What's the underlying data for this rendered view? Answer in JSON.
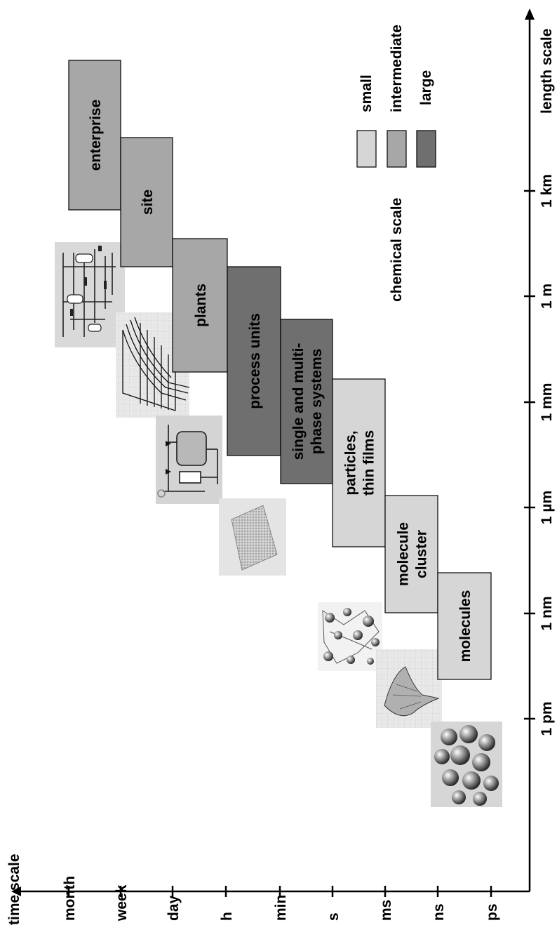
{
  "axes": {
    "time_title": "time scale",
    "time_ticks": [
      "month",
      "week",
      "day",
      "h",
      "min",
      "s",
      "ms",
      "ns",
      "ps"
    ],
    "length_title": "length scale",
    "length_ticks": [
      "1 km",
      "1 m",
      "1 mm",
      "1 µm",
      "1 nm",
      "1 pm"
    ]
  },
  "boxes": [
    {
      "lines": [
        "enterprise"
      ],
      "scale": "intermediate"
    },
    {
      "lines": [
        "site"
      ],
      "scale": "intermediate"
    },
    {
      "lines": [
        "plants"
      ],
      "scale": "intermediate"
    },
    {
      "lines": [
        "process units"
      ],
      "scale": "large"
    },
    {
      "lines": [
        "single and multi-",
        "phase systems"
      ],
      "scale": "large"
    },
    {
      "lines": [
        "particles,",
        "thin films"
      ],
      "scale": "small"
    },
    {
      "lines": [
        "molecule",
        "cluster"
      ],
      "scale": "small"
    },
    {
      "lines": [
        "molecules"
      ],
      "scale": "small"
    }
  ],
  "legend": {
    "title": "chemical scale",
    "items": [
      {
        "label": "small",
        "color": "#d6d6d6"
      },
      {
        "label": "intermediate",
        "color": "#a7a7a7"
      },
      {
        "label": "large",
        "color": "#6f6f6f"
      }
    ]
  },
  "thumbnails": [
    "process-flowsheet-icon",
    "reactor-profile-plot-icon",
    "reactor-loop-schematic-icon",
    "particle-bed-image-icon",
    "molecule-cluster-image-icon",
    "potential-energy-surface-icon",
    "molecule-spheres-image-icon"
  ]
}
